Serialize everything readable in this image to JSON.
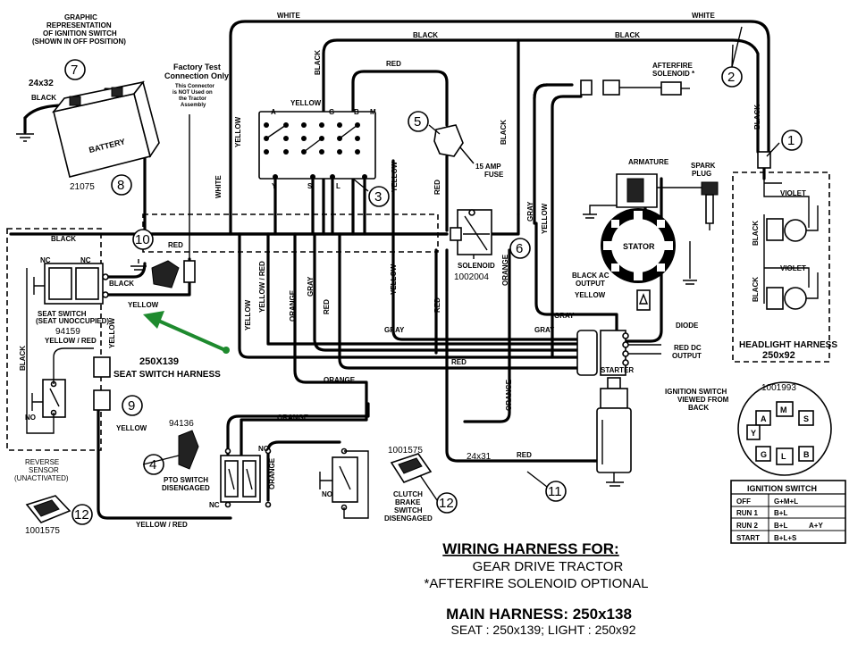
{
  "wire_colors": {
    "white": "WHITE",
    "black": "BLACK",
    "red": "RED",
    "yellow": "YELLOW",
    "gray": "GRAY",
    "orange": "ORANGE",
    "violet": "VIOLET",
    "yellow_red": "YELLOW / RED"
  },
  "annotations": {
    "graphic_rep": [
      "GRAPHIC",
      "REPRESENTATION",
      "OF IGNITION SWITCH",
      "(SHOWN IN OFF POSITION)"
    ],
    "factory_test": [
      "Factory Test",
      "Connection Only"
    ],
    "factory_note": [
      "This Connector",
      "is NOT Used on",
      "the Tractor",
      "Assembly"
    ],
    "battery_cable": "24x32",
    "battery_label": "BATTERY",
    "battery_part": "21075",
    "fuse": [
      "15 AMP",
      "FUSE"
    ],
    "solenoid": "SOLENOID",
    "solenoid_part": "1002004",
    "afterfire": [
      "AFTERFIRE",
      "SOLENOID *"
    ],
    "armature": "ARMATURE",
    "spark_plug": [
      "SPARK",
      "PLUG"
    ],
    "stator": "STATOR",
    "black_ac": [
      "BLACK AC",
      "OUTPUT"
    ],
    "diode": "DIODE",
    "red_dc": [
      "RED DC",
      "OUTPUT"
    ],
    "starter": "STARTER",
    "starter_cable": "24x31",
    "seat_switch": [
      "SEAT SWITCH",
      "(SEAT UNOCCUPIED)"
    ],
    "seat_switch_part": "94159",
    "seat_harness_part": "250X139",
    "seat_harness": "SEAT SWITCH HARNESS",
    "pto_part": "94136",
    "pto": [
      "PTO SWITCH",
      "DISENGAGED"
    ],
    "clutch_part": "1001575",
    "clutch": [
      "CLUTCH",
      "BRAKE",
      "SWITCH",
      "DISENGAGED"
    ],
    "reverse": [
      "REVERSE",
      "SENSOR",
      "(UNACTIVATED)"
    ],
    "reverse_part": "1001575",
    "headlight": [
      "HEADLIGHT HARNESS",
      "250x92"
    ],
    "ign_view": [
      "IGNITION SWITCH",
      "VIEWED FROM",
      "BACK"
    ],
    "ign_part": "1001993",
    "terminals": {
      "A": "A",
      "G": "G",
      "B": "B",
      "M": "M",
      "Y": "Y",
      "S": "S",
      "L": "L"
    },
    "nc": "NC",
    "no": "NO"
  },
  "callouts": [
    "1",
    "2",
    "3",
    "4",
    "5",
    "6",
    "7",
    "8",
    "9",
    "10",
    "11",
    "12",
    "12"
  ],
  "ignition_table": {
    "title": "IGNITION SWITCH",
    "rows": [
      {
        "pos": "OFF",
        "c1": "G+M+L",
        "c2": ""
      },
      {
        "pos": "RUN 1",
        "c1": "B+L",
        "c2": ""
      },
      {
        "pos": "RUN 2",
        "c1": "B+L",
        "c2": "A+Y"
      },
      {
        "pos": "START",
        "c1": "B+L+S",
        "c2": ""
      }
    ]
  },
  "footer": {
    "title": "WIRING HARNESS FOR:",
    "line1": "GEAR DRIVE TRACTOR",
    "line2": "*AFTERFIRE SOLENOID OPTIONAL",
    "main": "MAIN HARNESS: 250x138",
    "sub": "SEAT : 250x139;    LIGHT : 250x92"
  },
  "accent_color": "#1e8a2e"
}
